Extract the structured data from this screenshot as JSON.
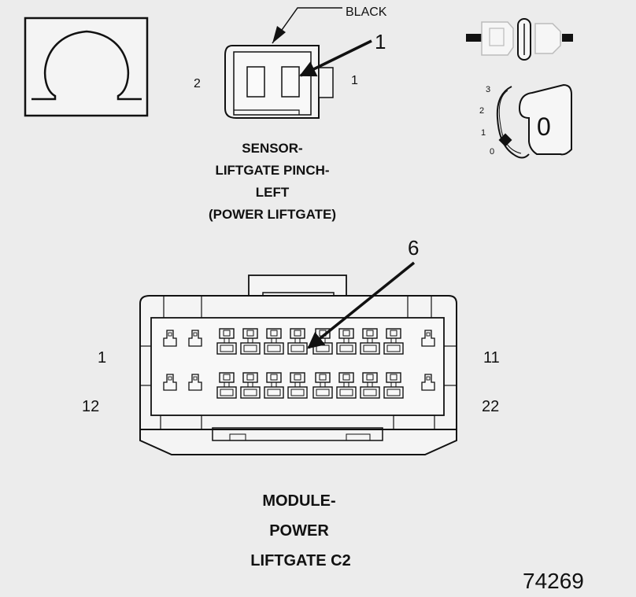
{
  "sensor_connector": {
    "color_label": "BLACK",
    "callout": "1",
    "pin_left": "2",
    "pin_right": "1",
    "caption": [
      "SENSOR-",
      "LIFTGATE PINCH-",
      "LEFT",
      "(POWER LIFTGATE)"
    ]
  },
  "key_switch": {
    "positions": [
      "3",
      "2",
      "1",
      "0"
    ],
    "current": "0"
  },
  "module_connector": {
    "callout": "6",
    "pin_top_left": "1",
    "pin_top_right": "11",
    "pin_bottom_left": "12",
    "pin_bottom_right": "22",
    "caption": [
      "MODULE-",
      "POWER",
      "LIFTGATE C2"
    ]
  },
  "figure_number": "74269"
}
